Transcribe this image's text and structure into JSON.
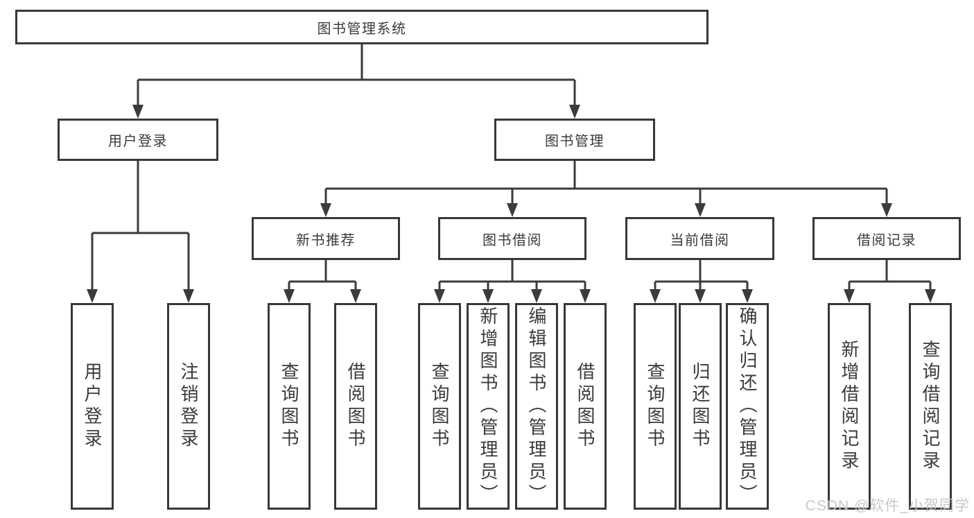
{
  "diagram": {
    "type": "hierarchy-flowchart",
    "watermark": "CSDN @软件_小贺同学",
    "colors": {
      "box_border": "#383838",
      "connector_line": "#3b3b3b",
      "text": "#3a3a3a",
      "background": "#ffffff",
      "watermark_text": "#c8c8c8"
    }
  },
  "tree": {
    "label": "图书管理系统",
    "children": [
      {
        "label": "用户登录",
        "children": [
          {
            "label": "用户登录"
          },
          {
            "label": "注销登录"
          }
        ]
      },
      {
        "label": "图书管理",
        "children": [
          {
            "label": "新书推荐",
            "children": [
              {
                "label": "查询图书"
              },
              {
                "label": "借阅图书"
              }
            ]
          },
          {
            "label": "图书借阅",
            "children": [
              {
                "label": "查询图书"
              },
              {
                "label": "新增图书（管理员）"
              },
              {
                "label": "编辑图书（管理员）"
              },
              {
                "label": "借阅图书"
              }
            ]
          },
          {
            "label": "当前借阅",
            "children": [
              {
                "label": "查询图书"
              },
              {
                "label": "归还图书"
              },
              {
                "label": "确认归还（管理员）"
              }
            ]
          },
          {
            "label": "借阅记录",
            "children": [
              {
                "label": "新增借阅记录"
              },
              {
                "label": "查询借阅记录"
              }
            ]
          }
        ]
      }
    ]
  }
}
